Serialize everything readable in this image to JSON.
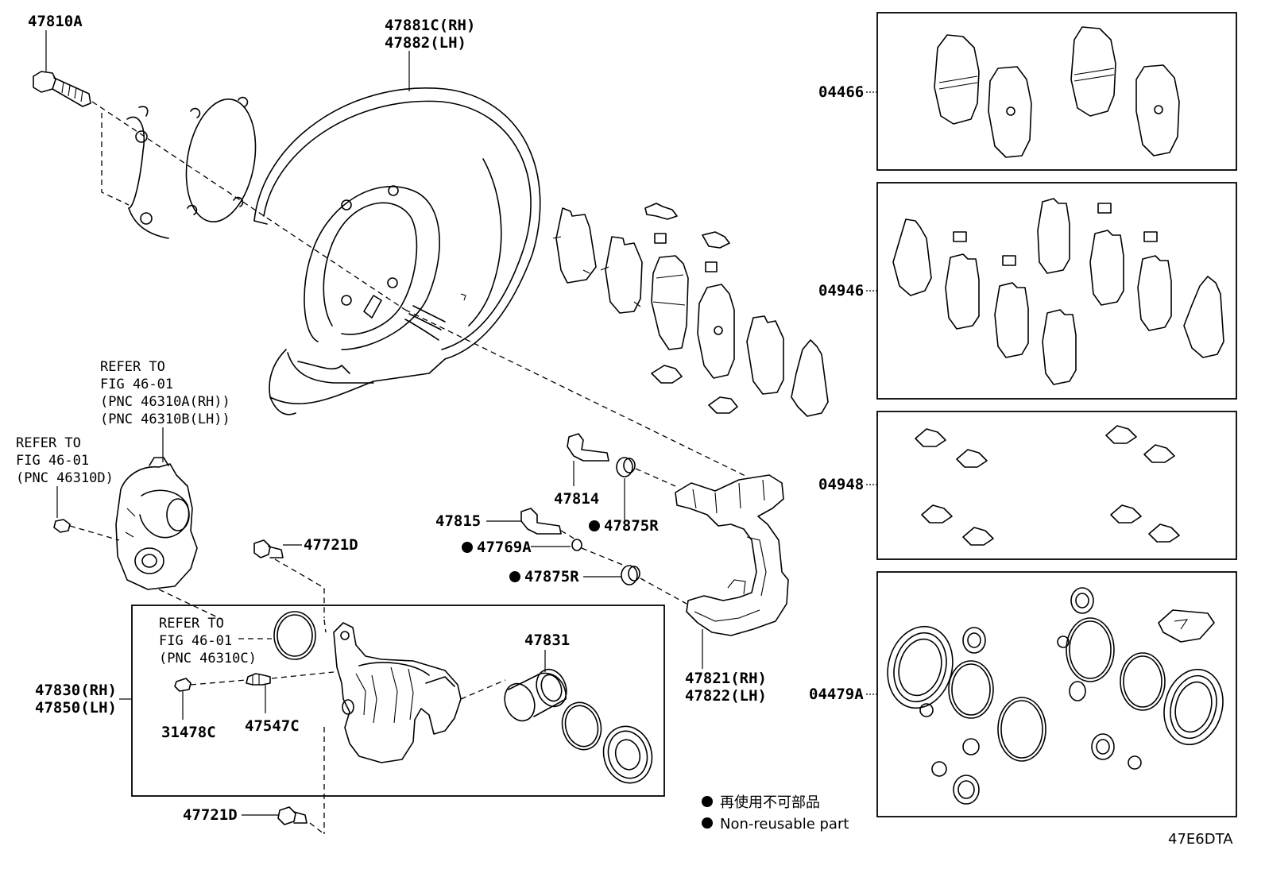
{
  "labels": {
    "pn_47810a": "47810A",
    "pn_47881c": "47881C(RH)",
    "pn_47882": "47882(LH)",
    "pn_47814": "47814",
    "pn_47815": "47815",
    "pn_47875r_a": "47875R",
    "pn_47769a": "47769A",
    "pn_47875r_b": "47875R",
    "pn_47721d_a": "47721D",
    "pn_47721d_b": "47721D",
    "pn_47831": "47831",
    "pn_47830": "47830(RH)",
    "pn_47850": "47850(LH)",
    "pn_31478c": "31478C",
    "pn_47547c": "47547C",
    "pn_47821": "47821(RH)",
    "pn_47822": "47822(LH)",
    "kit_04466": "04466",
    "kit_04946": "04946",
    "kit_04948": "04948",
    "kit_04479a": "04479A"
  },
  "references": {
    "ref1_line1": "REFER TO",
    "ref1_line2": "FIG 46-01",
    "ref1_line3": "(PNC 46310A(RH))",
    "ref1_line4": "(PNC 46310B(LH))",
    "ref2_line1": "REFER TO",
    "ref2_line2": "FIG 46-01",
    "ref2_line3": "(PNC 46310D)",
    "ref3_line1": "REFER TO",
    "ref3_line2": "FIG 46-01",
    "ref3_line3": "(PNC 46310C)"
  },
  "legend": {
    "line_jp": "再使用不可部品",
    "line_en": "Non-reusable part"
  },
  "figure_code": "47E6DTA"
}
